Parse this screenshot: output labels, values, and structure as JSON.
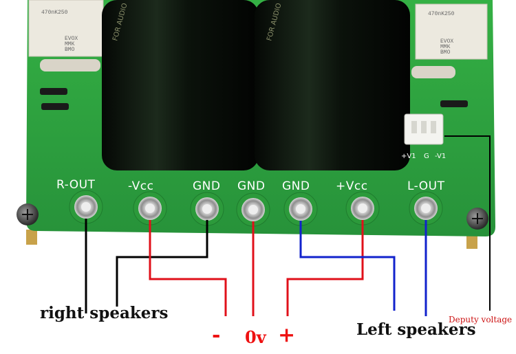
{
  "board": {
    "terminal_labels": [
      "R-OUT",
      "-Vcc",
      "GND",
      "GND",
      "GND",
      "+Vcc",
      "L-OUT"
    ],
    "connector_labels": [
      "+V1",
      "G",
      "-V1"
    ],
    "capacitor_print": "FOR AUDIO",
    "film_cap_text": [
      "470nK250",
      "EVOX",
      "MMK",
      "BMO"
    ]
  },
  "annotations": {
    "right_speakers": "right speakers",
    "left_speakers": "Left speakers",
    "minus": "-",
    "zero_v": "0v",
    "plus": "+",
    "deputy_voltage": "Deputy voltage"
  },
  "colors": {
    "pcb_green": "#2fa63c",
    "wire_black": "#000000",
    "wire_red": "#e0101a",
    "wire_blue": "#1122cc"
  }
}
